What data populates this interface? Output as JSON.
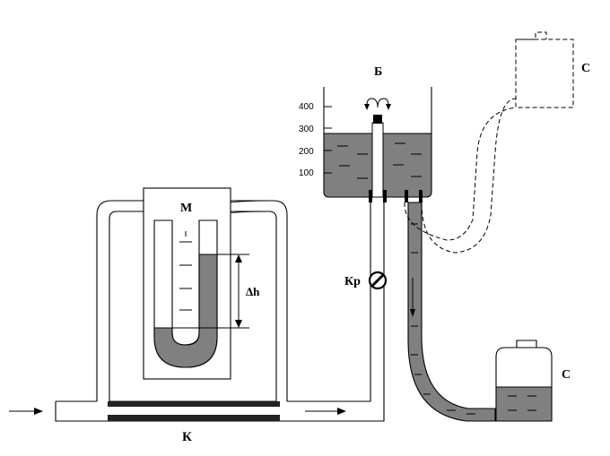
{
  "labels": {
    "manometer": "М",
    "reservoir": "Б",
    "valve": "Кр",
    "channel": "К",
    "vessel_top": "С",
    "vessel_bottom": "С",
    "height_diff": "Δh"
  },
  "reservoir_scale": [
    "400",
    "300",
    "200",
    "100"
  ]
}
